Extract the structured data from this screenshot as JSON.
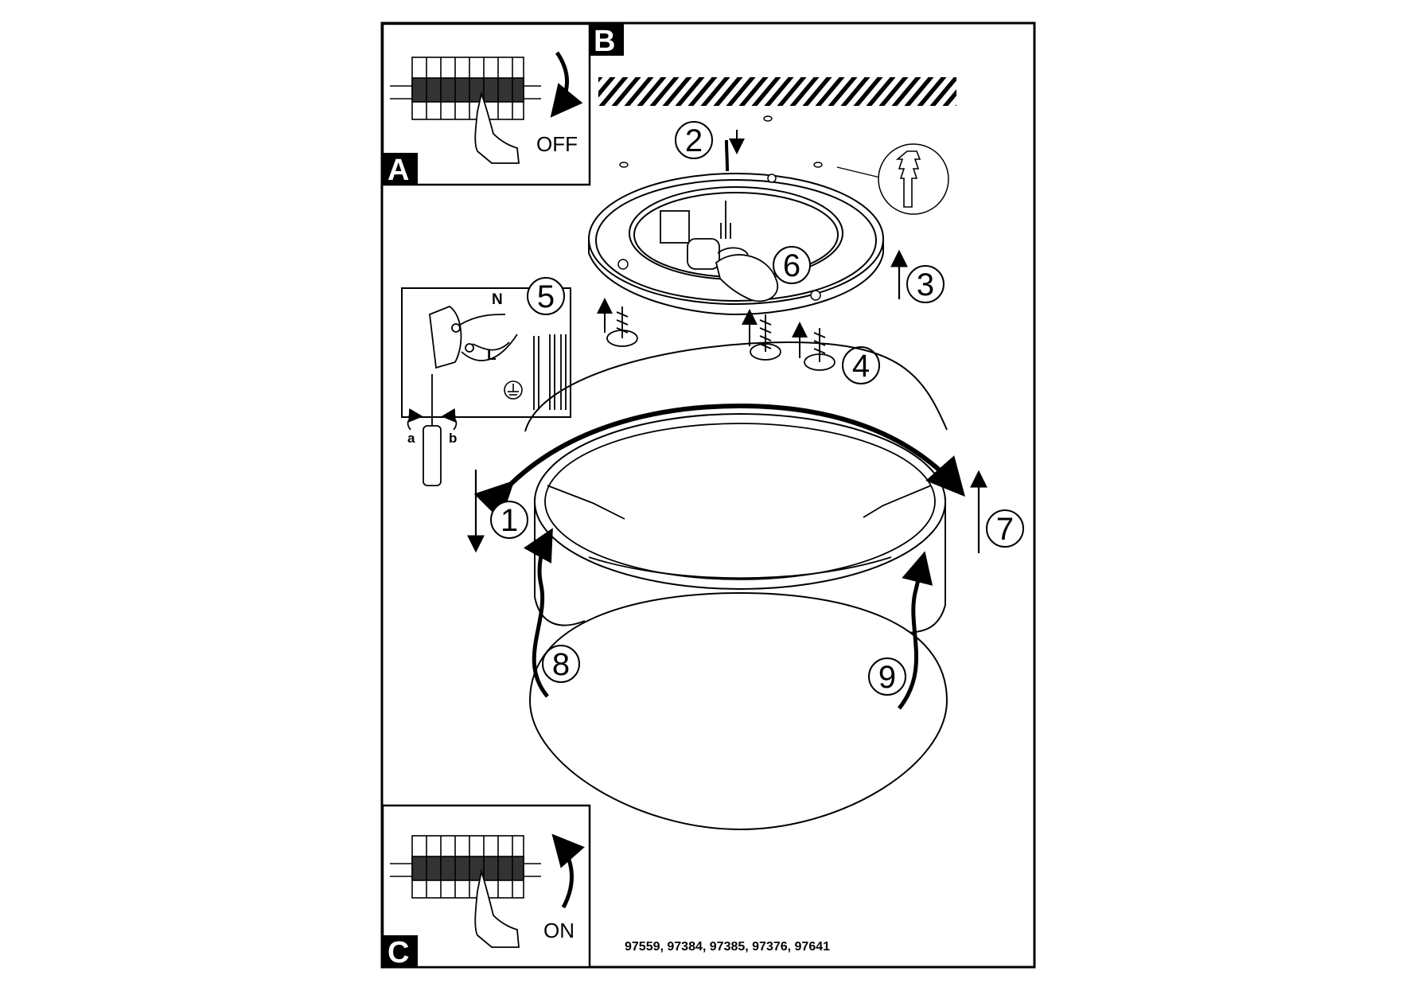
{
  "panels": {
    "A": {
      "letter": "A",
      "switch_label": "OFF"
    },
    "B": {
      "letter": "B"
    },
    "C": {
      "letter": "C",
      "switch_label": "ON"
    }
  },
  "wiring": {
    "neutral_label": "N",
    "live_label": "L",
    "rotate_a": "a",
    "rotate_b": "b"
  },
  "steps": [
    "1",
    "2",
    "3",
    "4",
    "5",
    "6",
    "7",
    "8",
    "9"
  ],
  "model_numbers": "97559, 97384, 97385, 97376, 97641"
}
